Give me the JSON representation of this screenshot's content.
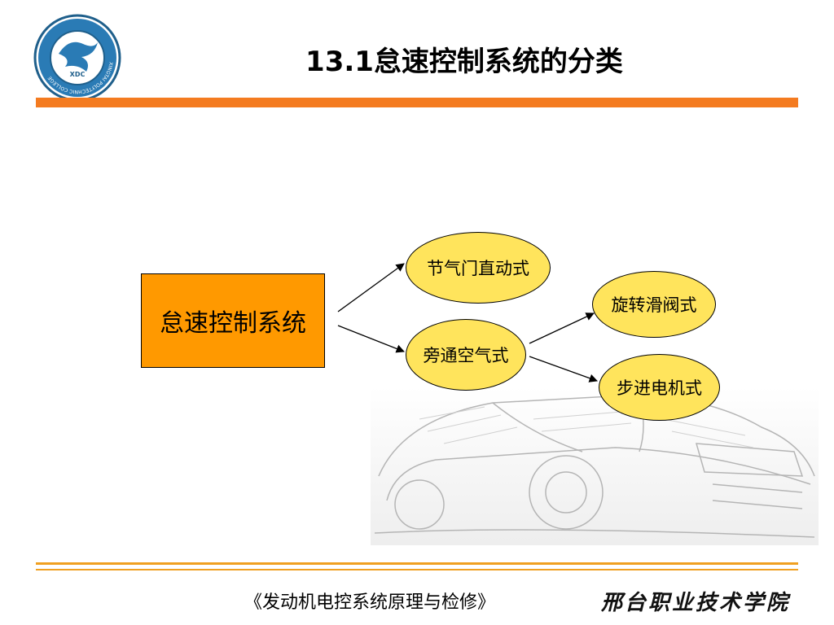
{
  "slide": {
    "title": "13.1怠速控制系统的分类",
    "footer_book": "《发动机电控系统原理与检修》",
    "footer_college": "邢台职业技术学院"
  },
  "logo": {
    "text": "XDC",
    "ring_text": "XINGTAI POLYTECHNIC COLLEGE",
    "icon": "college-emblem-icon"
  },
  "diagram": {
    "root": "怠速控制系统",
    "level1": [
      "节气门直动式",
      "旁通空气式"
    ],
    "level2": [
      "旋转滑阀式",
      "步进电机式"
    ]
  },
  "colors": {
    "accent_bar": "#f47b20",
    "root_fill": "#ff9900",
    "node_fill": "#ffe45c",
    "bottom_lines": "#f0a020"
  }
}
